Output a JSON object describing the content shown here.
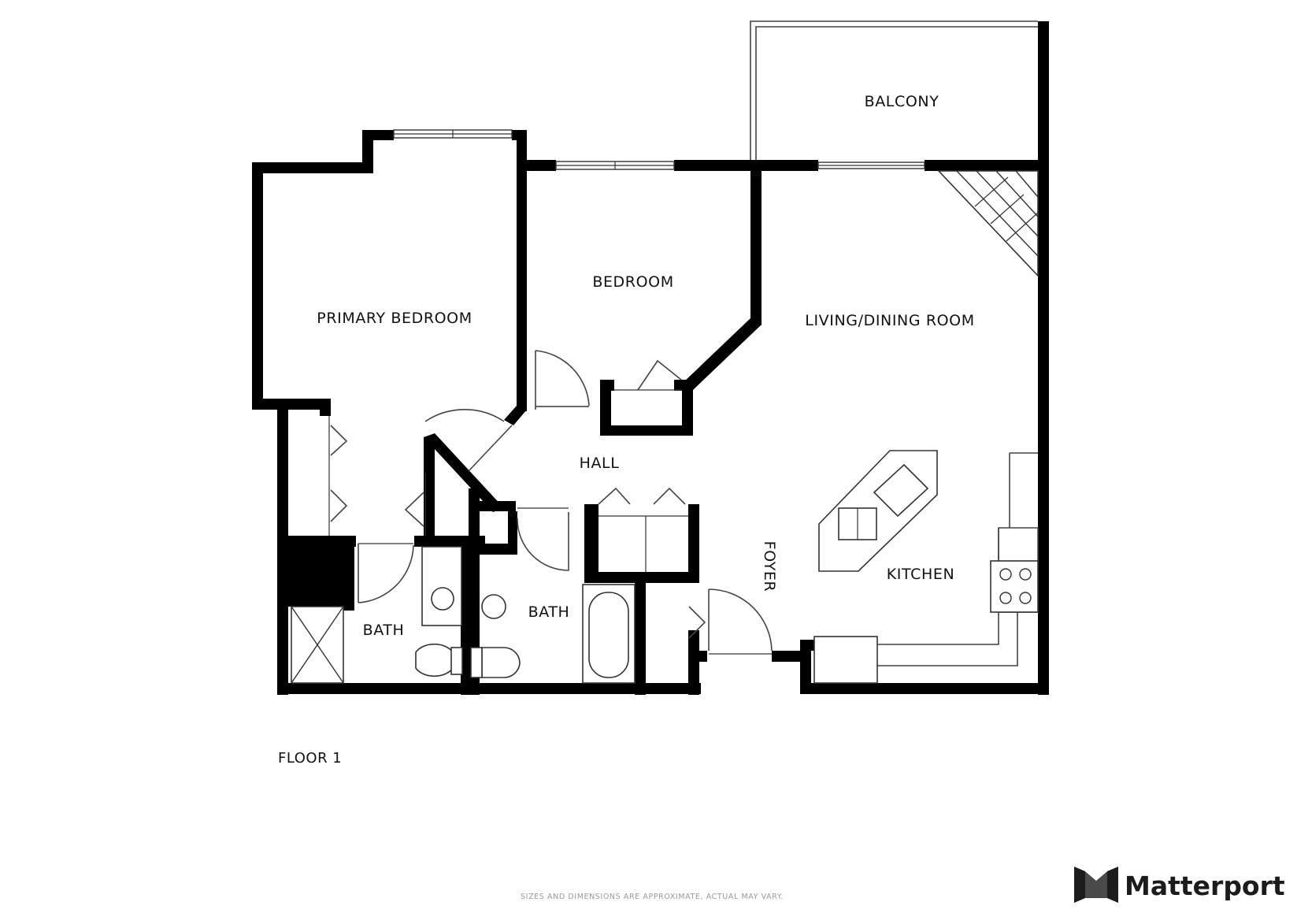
{
  "floor_plan": {
    "rooms": {
      "balcony": "BALCONY",
      "primary_bedroom": "PRIMARY BEDROOM",
      "bedroom": "BEDROOM",
      "living_dining": "LIVING/DINING ROOM",
      "hall": "HALL",
      "foyer": "FOYER",
      "kitchen": "KITCHEN",
      "bath_left": "BATH",
      "bath_right": "BATH"
    },
    "floor_label": "FLOOR 1",
    "disclaimer": "SIZES AND DIMENSIONS ARE APPROXIMATE, ACTUAL MAY VARY.",
    "brand": "Matterport",
    "brand_icon": "matterport-logo-icon"
  }
}
